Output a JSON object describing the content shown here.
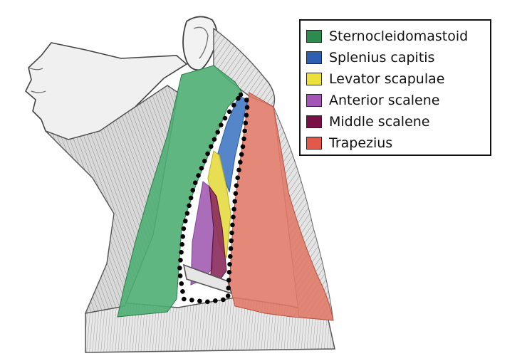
{
  "figure": {
    "legend": [
      {
        "label": "Sternocleidomastoid",
        "color": "#2e8b4f",
        "fill": "#4fae72"
      },
      {
        "label": "Splenius capitis",
        "color": "#2f5fb0",
        "fill": "#4b7fc6"
      },
      {
        "label": "Levator scapulae",
        "color": "#ede03a",
        "fill": "#e6dc4a"
      },
      {
        "label": "Anterior scalene",
        "color": "#a456b6",
        "fill": "#a765b6"
      },
      {
        "label": "Middle scalene",
        "color": "#7a0f45",
        "fill": "#8a2a5c"
      },
      {
        "label": "Trapezius",
        "color": "#e2584a",
        "fill": "#e07866"
      }
    ]
  }
}
